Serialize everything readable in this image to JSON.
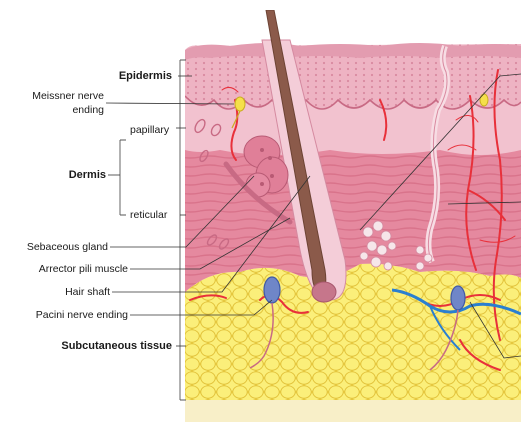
{
  "labels": {
    "epidermis": "Epidermis",
    "meissner_line1": "Meissner nerve",
    "meissner_line2": "ending",
    "papillary": "papillary",
    "dermis": "Dermis",
    "reticular": "reticular",
    "sebaceous_gland": "Sebaceous gland",
    "arrector_pili": "Arrector pili muscle",
    "hair_shaft": "Hair shaft",
    "pacini": "Pacini nerve ending",
    "subcutaneous": "Subcutaneous tissue"
  },
  "colors": {
    "epidermis": "#e9a6b8",
    "epidermis_dark": "#d98aa0",
    "papillary": "#f2c2cf",
    "dermis": "#e5899f",
    "dermis_stripe": "#d9738b",
    "fat": "#f6e35a",
    "fat_outline": "#e8c840",
    "fat_base": "#f8efc8",
    "hair": "#8b5a4a",
    "artery": "#e8303a",
    "vein": "#2a7fd0",
    "nerve_ending": "#6f86c8",
    "leader": "#333333"
  }
}
